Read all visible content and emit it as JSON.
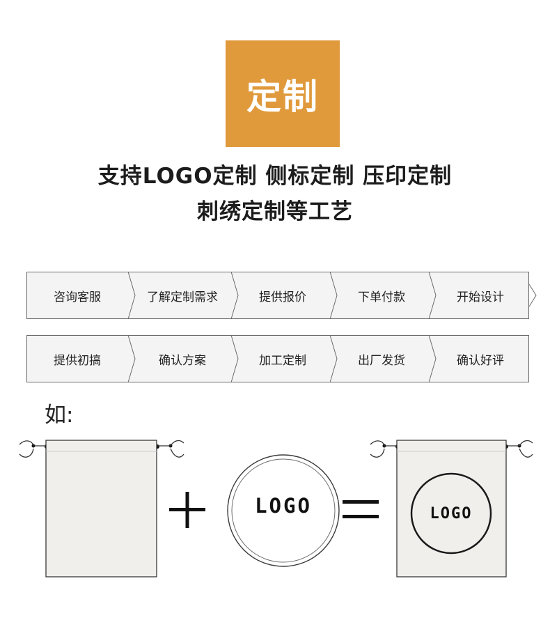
{
  "badge": {
    "text": "定制",
    "color": "#e09a3b"
  },
  "headline": {
    "line1": "支持LOGO定制 侧标定制 压印定制",
    "line2": "刺绣定制等工艺"
  },
  "process": {
    "row1": [
      "咨询客服",
      "了解定制需求",
      "提供报价",
      "下单付款",
      "开始设计"
    ],
    "row2": [
      "提供初搞",
      "确认方案",
      "加工定制",
      "出厂发货",
      "确认好评"
    ]
  },
  "example": {
    "label": "如:",
    "logo_text": "LOGO",
    "bag_color": "#f1efec"
  }
}
